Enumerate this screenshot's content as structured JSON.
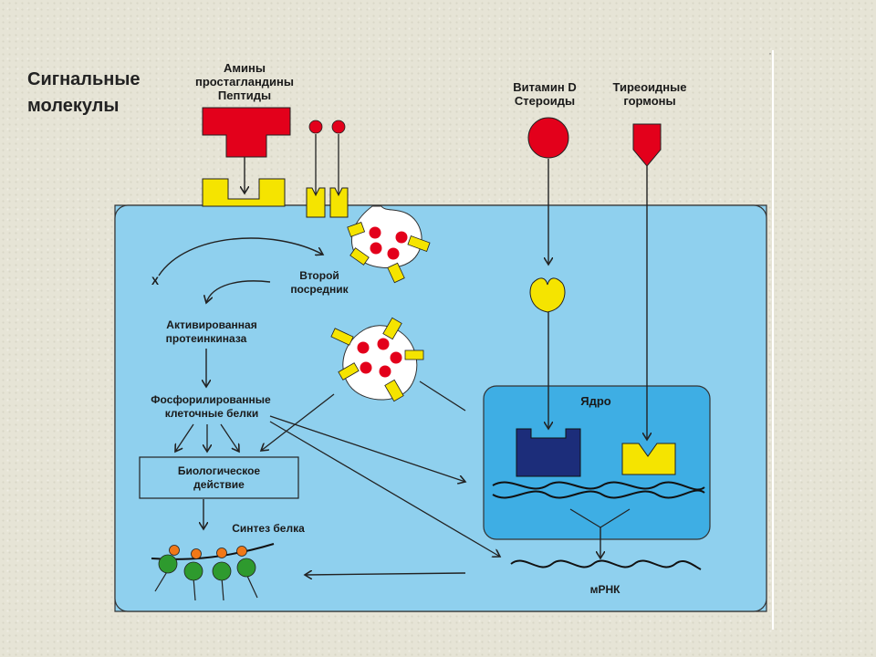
{
  "header": {
    "title_lines": [
      "Сигнальные",
      "молекулы"
    ]
  },
  "labels": {
    "group_amines": [
      "Амины",
      "простагландины",
      "Пептиды"
    ],
    "group_vitamin": [
      "Витамин D",
      "Стероиды"
    ],
    "group_thyroid": [
      "Тиреоидные",
      "гормоны"
    ],
    "x": "X",
    "second_messenger": [
      "Второй",
      "посредник"
    ],
    "activated_kinase": [
      "Активированная",
      "протеинкиназа"
    ],
    "phosphorylated": [
      "Фосфорилированные",
      "клеточные белки"
    ],
    "bio_action": [
      "Биологическое",
      "действие"
    ],
    "protein_synthesis": "Синтез белка",
    "nucleus": "Ядро",
    "mrna": "мРНК"
  },
  "colors": {
    "cell": "#8fd0ee",
    "nucleus": "#3eaee4",
    "signal_red": "#e3001b",
    "receptor_yellow": "#f5e400",
    "receptor_navy": "#1c2d7a",
    "ribosome_green": "#2e9a2e",
    "ribosome_orange": "#f07818",
    "background": "#e6e4d6"
  }
}
